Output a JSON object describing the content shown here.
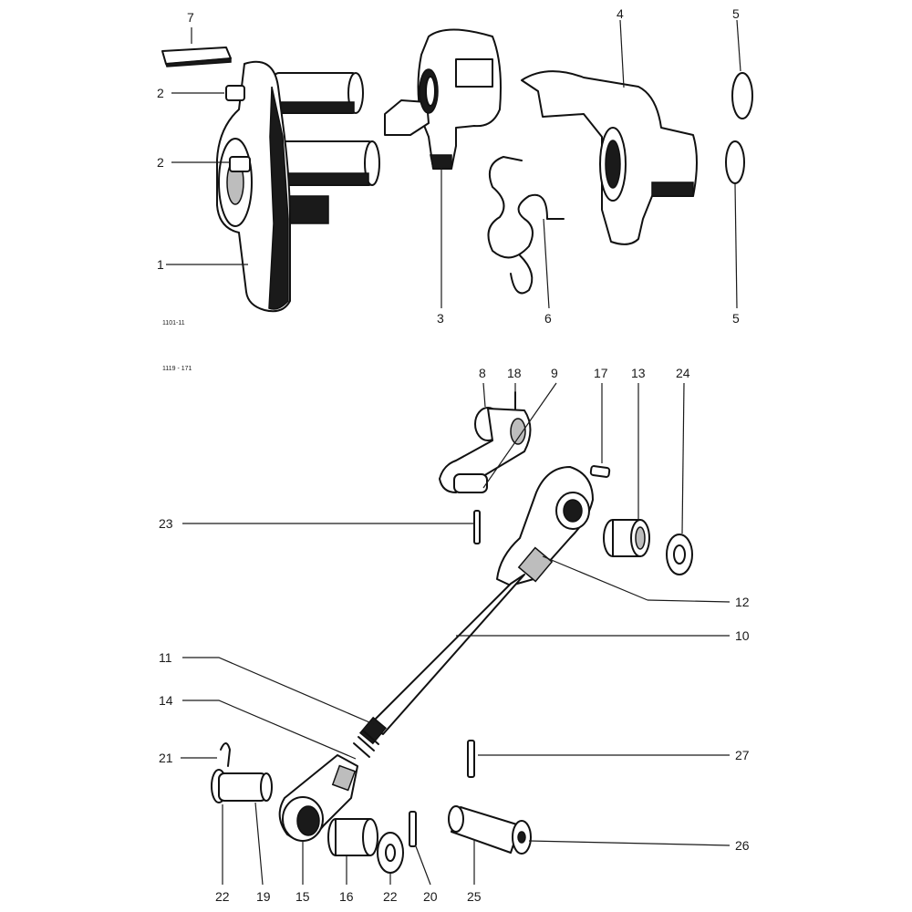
{
  "diagram": {
    "top_code": "1101-11",
    "bottom_code": "1119 - 171",
    "callouts": {
      "c1": "1",
      "c2a": "2",
      "c2b": "2",
      "c3": "3",
      "c4": "4",
      "c5a": "5",
      "c5b": "5",
      "c6": "6",
      "c7": "7",
      "c8": "8",
      "c9": "9",
      "c10": "10",
      "c11": "11",
      "c12": "12",
      "c13": "13",
      "c14": "14",
      "c15": "15",
      "c16": "16",
      "c17": "17",
      "c18": "18",
      "c19": "19",
      "c20": "20",
      "c21": "21",
      "c22a": "22",
      "c22b": "22",
      "c23": "23",
      "c24": "24",
      "c25": "25",
      "c26": "26",
      "c27": "27"
    }
  }
}
